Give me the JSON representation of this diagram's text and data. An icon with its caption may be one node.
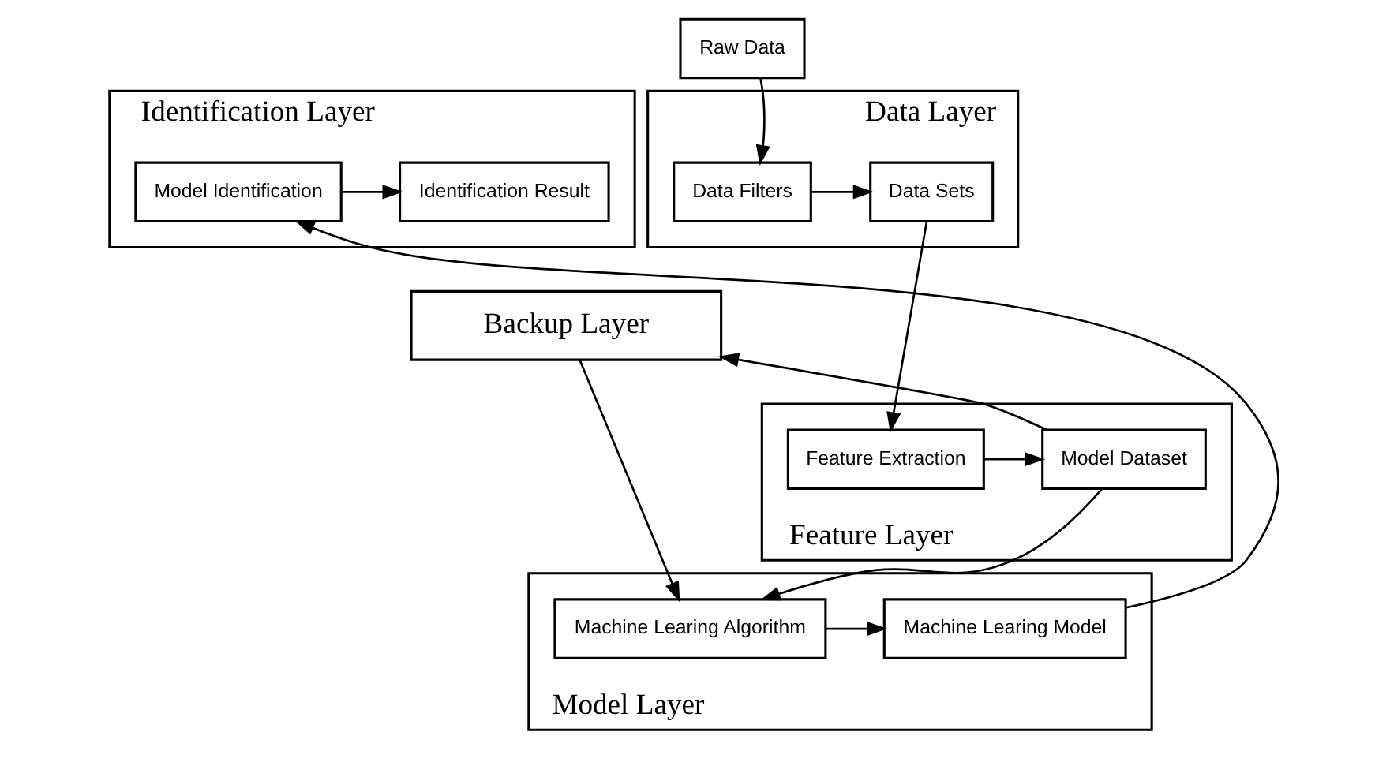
{
  "diagram": {
    "nodes": [
      {
        "text": [
          "Identification Layer"
        ]
      },
      {
        "text": [
          "Model Identification"
        ],
        "in": 0
      },
      {
        "text": [
          "Identification Result"
        ],
        "in": 0
      },
      {
        "text": [
          "Raw Data"
        ]
      },
      {
        "text": [
          "Data Layer"
        ]
      },
      {
        "text": [
          "Data Filters"
        ],
        "in": 4
      },
      {
        "text": [
          "Data Sets"
        ],
        "in": 4
      },
      {
        "text": [
          "Backup Layer"
        ]
      },
      {
        "text": [
          "Model Layer"
        ]
      },
      {
        "text": [
          "Machine Learing Model"
        ],
        "in": 8
      },
      {
        "text": [
          "Machine Learing Algorithm"
        ],
        "in": 8
      },
      {
        "text": [
          "Feature Layer"
        ]
      },
      {
        "text": [
          "Model Dataset"
        ],
        "in": 11
      },
      {
        "text": [
          "Feature Extraction"
        ],
        "in": 11
      }
    ],
    "edges": [
      {
        "from": 1,
        "to": 2,
        "arrow": "to"
      },
      {
        "from": 3,
        "to": 5,
        "arrow": "to"
      },
      {
        "from": 5,
        "to": 6,
        "arrow": "to"
      },
      {
        "from": 6,
        "to": 13,
        "arrow": "to"
      },
      {
        "from": 13,
        "to": 12,
        "arrow": "to"
      },
      {
        "from": 12,
        "to": 7,
        "arrow": "to"
      },
      {
        "from": 7,
        "to": 10,
        "arrow": "to"
      },
      {
        "from": 12,
        "to": 10,
        "arrow": "to"
      },
      {
        "from": 10,
        "to": 9,
        "arrow": "to"
      },
      {
        "from": 9,
        "to": 1,
        "arrow": "to"
      }
    ]
  }
}
